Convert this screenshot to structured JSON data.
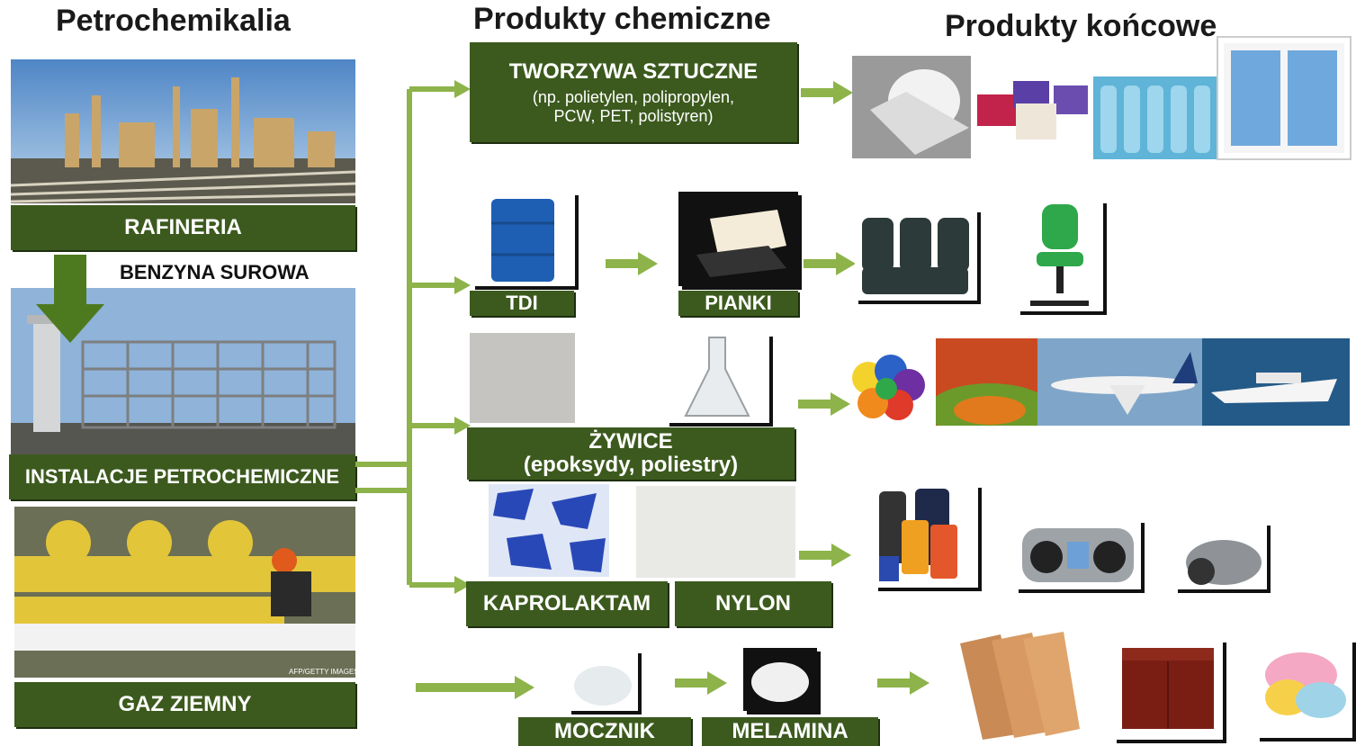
{
  "headers": {
    "col1": "Petrochemikalia",
    "col2": "Produkty chemiczne",
    "col3": "Produkty końcowe"
  },
  "left": {
    "refinery_label": "RAFINERIA",
    "naphtha_label": "BENZYNA SUROWA",
    "petrochem_label": "INSTALACJE PETROCHEMICZNE",
    "gas_label": "GAZ ZIEMNY",
    "photo_credit": "AFP/GETTY IMAGES"
  },
  "products": {
    "plastics_title": "TWORZYWA SZTUCZNE",
    "plastics_line1": "(np. polietylen, polipropylen,",
    "plastics_line2": "PCW, PET, polistyren)",
    "tdi": "TDI",
    "foams": "PIANKI",
    "resins_line1": "ŻYWICE",
    "resins_line2": "(epoksydy, poliestry)",
    "caprolactam": "KAPROLAKTAM",
    "nylon": "NYLON",
    "urea": "MOCZNIK",
    "melamine": "MELAMINA"
  },
  "colors": {
    "label_bg": "#3c5a1e",
    "arrow": "#8db34a"
  }
}
